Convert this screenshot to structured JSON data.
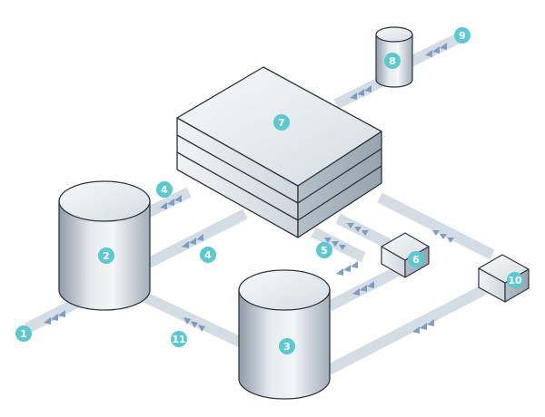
{
  "colors": {
    "badge": "#5cc8d0",
    "pipe": "#d4dde4",
    "arrow": "#7f9cc2",
    "outline": "#2d3540",
    "surface_light": "#eef2f5",
    "surface_dark": "#b9c3cc"
  },
  "labels": {
    "l1": "1",
    "l2": "2",
    "l3": "3",
    "l4a": "4",
    "l4b": "4",
    "l5": "5",
    "l6": "6",
    "l7": "7",
    "l8": "8",
    "l9": "9",
    "l10": "10",
    "l11": "11"
  }
}
